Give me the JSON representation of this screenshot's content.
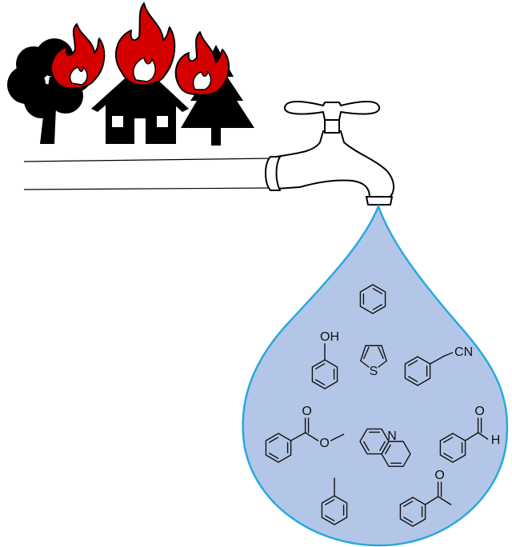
{
  "colors": {
    "fire": "#d40000",
    "silhouette": "#000000",
    "drop_fill": "#b4c6e7",
    "drop_stroke": "#29a8e0",
    "line": "#000000"
  },
  "scene": {
    "icons": [
      "tree-icon",
      "house-icon",
      "pine-tree-icon",
      "fire-icon",
      "faucet-icon",
      "water-drop-icon"
    ]
  },
  "molecules": [
    {
      "id": "benzene",
      "labels": []
    },
    {
      "id": "phenol",
      "labels": [
        "OH"
      ]
    },
    {
      "id": "thiophene",
      "labels": [
        "S"
      ]
    },
    {
      "id": "benzonitrile",
      "labels": [
        "CN"
      ]
    },
    {
      "id": "methyl-benzoate",
      "labels": [
        "O",
        "O"
      ]
    },
    {
      "id": "quinoline",
      "labels": [
        "N"
      ]
    },
    {
      "id": "benzaldehyde",
      "labels": [
        "O",
        "H"
      ]
    },
    {
      "id": "toluene",
      "labels": []
    },
    {
      "id": "acetophenone",
      "labels": [
        "O"
      ]
    }
  ]
}
